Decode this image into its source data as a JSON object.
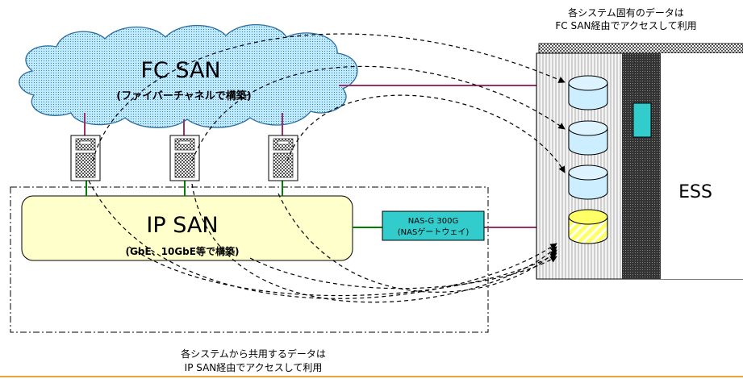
{
  "top_caption": {
    "line1": "各システム固有のデータは",
    "line2": "FC SAN経由でアクセスして利用"
  },
  "fc_san": {
    "title": "FC SAN",
    "subtitle": "(ファイバーチャネルで構築)"
  },
  "ip_san": {
    "title": "IP SAN",
    "subtitle": "(GbE、10GbE等で構築)"
  },
  "nas_gateway": {
    "line1": "NAS-G 300G",
    "line2": "(NASゲートウェイ)"
  },
  "storage": {
    "label": "ESS"
  },
  "bottom_caption": {
    "line1": "各システムから共用するデータは",
    "line2": "IP SAN経由でアクセスして利用"
  },
  "colors": {
    "fc_link": "#993366",
    "ip_link": "#008000",
    "cloud_fill": "#cceeff",
    "ip_san_fill": "#ffffcc",
    "nas_fill": "#33cccc",
    "shared_volume": "#ffff66",
    "accent_line": "#e8a33c"
  }
}
